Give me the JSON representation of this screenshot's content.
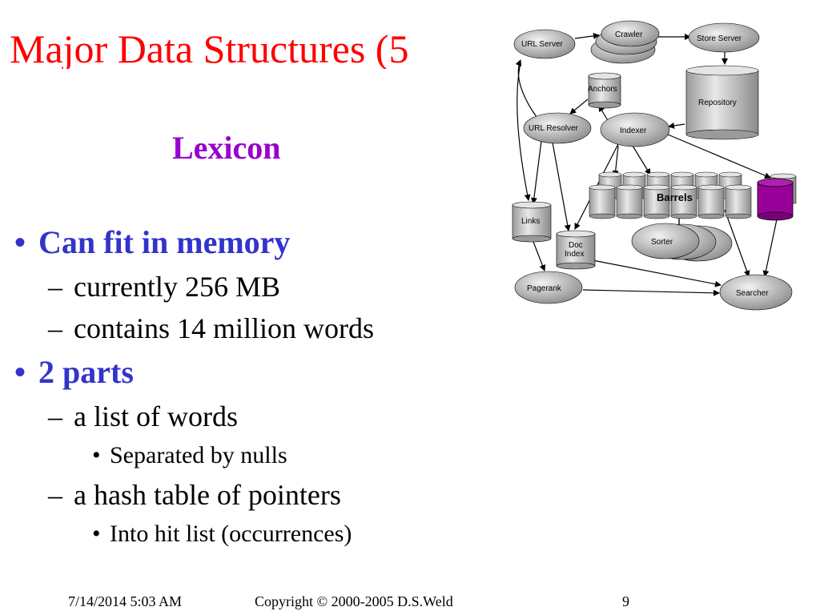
{
  "slide": {
    "title": "Major Data Structures (5",
    "subtitle": "Lexicon",
    "bullets": [
      {
        "text": "Can fit in memory",
        "subs": [
          {
            "text": "currently 256 MB"
          },
          {
            "text": "contains 14 million words"
          }
        ]
      },
      {
        "text": "2 parts",
        "subs": [
          {
            "text": "a list of words",
            "subs": [
              {
                "text": "Separated by nulls"
              }
            ]
          },
          {
            "text": "a hash table of pointers",
            "subs": [
              {
                "text": "Into hit list (occurrences)"
              }
            ]
          }
        ]
      }
    ],
    "bullet_glyph": "•",
    "dash_glyph": "–",
    "colors": {
      "title": "#ff0000",
      "subtitle": "#9900cc",
      "bullet1": "#3333cc",
      "highlight_barrel": "#990099"
    }
  },
  "diagram": {
    "nodes": {
      "url_server": "URL Server",
      "crawler": "Crawler",
      "store_server": "Store Server",
      "anchors": "Anchors",
      "repository": "Repository",
      "url_resolver": "URL Resolver",
      "indexer": "Indexer",
      "barrels": "Barrels",
      "links": "Links",
      "doc_index_1": "Doc",
      "doc_index_2": "Index",
      "sorter": "Sorter",
      "pagerank": "Pagerank",
      "searcher": "Searcher"
    }
  },
  "footer": {
    "date": "7/14/2014 5:03 AM",
    "copyright": "Copyright © 2000-2005 D.S.Weld",
    "page": "9"
  }
}
